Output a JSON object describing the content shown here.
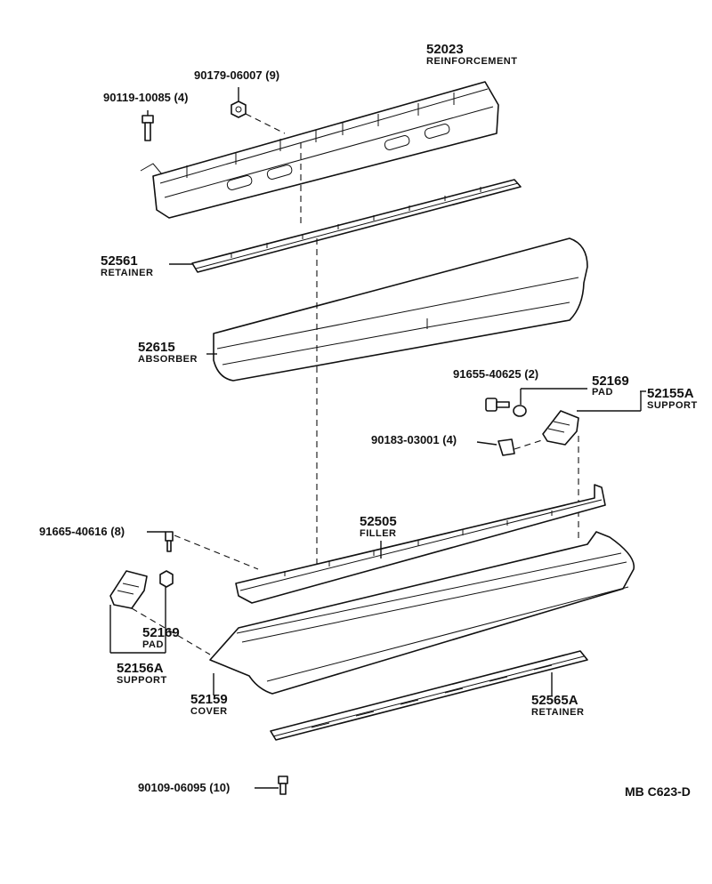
{
  "diagram_code": "MB  C623-D",
  "parts": {
    "reinforcement": {
      "number": "52023",
      "name": "REINFORCEMENT"
    },
    "nut_top": {
      "code": "90179-06007 (9)"
    },
    "bolt_top": {
      "code": "90119-10085 (4)"
    },
    "retainer_upper": {
      "number": "52561",
      "name": "RETAINER"
    },
    "absorber": {
      "number": "52615",
      "name": "ABSORBER"
    },
    "screw_right": {
      "code": "91655-40625 (2)"
    },
    "pad_right": {
      "number": "52169",
      "name": "PAD"
    },
    "support_right": {
      "number": "52155A",
      "name": "SUPPORT"
    },
    "clip_right": {
      "code": "90183-03001 (4)"
    },
    "screw_left": {
      "code": "91665-40616 (8)"
    },
    "filler": {
      "number": "52505",
      "name": "FILLER"
    },
    "pad_left": {
      "number": "52169",
      "name": "PAD"
    },
    "support_left": {
      "number": "52156A",
      "name": "SUPPORT"
    },
    "cover": {
      "number": "52159",
      "name": "COVER"
    },
    "retainer_lower": {
      "number": "52565A",
      "name": "RETAINER"
    },
    "bolt_bottom": {
      "code": "90109-06095 (10)"
    }
  }
}
